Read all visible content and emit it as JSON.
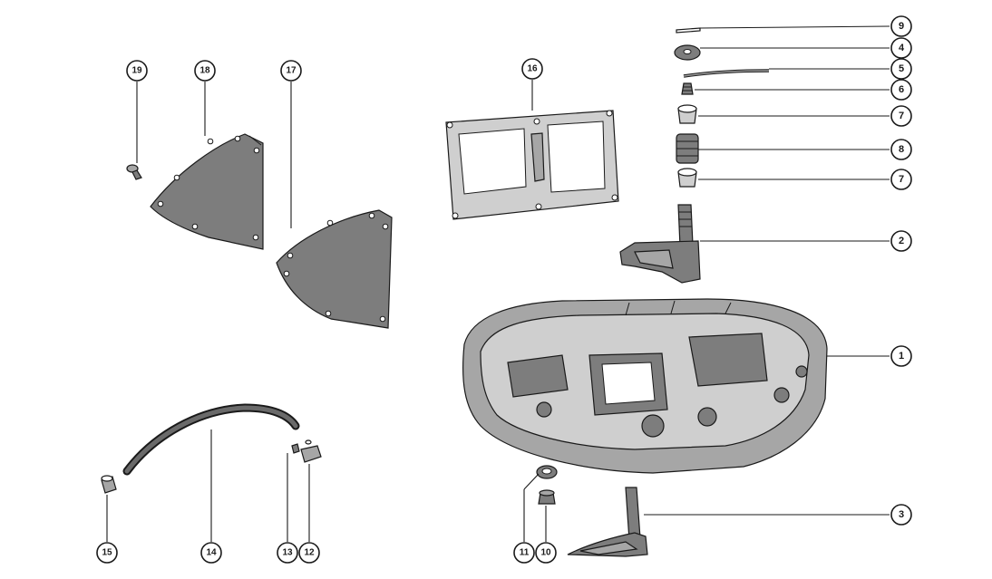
{
  "colors": {
    "ink": "#1a1a1a",
    "paper": "#ffffff",
    "part_dark": "#7d7d7d",
    "part_mid": "#a6a6a6",
    "part_light": "#cfcfcf"
  },
  "callouts": [
    {
      "key": "c1",
      "label": "1"
    },
    {
      "key": "c2",
      "label": "2"
    },
    {
      "key": "c3",
      "label": "3"
    },
    {
      "key": "c4",
      "label": "4"
    },
    {
      "key": "c5",
      "label": "5"
    },
    {
      "key": "c6",
      "label": "6"
    },
    {
      "key": "c7a",
      "label": "7"
    },
    {
      "key": "c7b",
      "label": "7"
    },
    {
      "key": "c8",
      "label": "8"
    },
    {
      "key": "c9",
      "label": "9"
    },
    {
      "key": "c10",
      "label": "10"
    },
    {
      "key": "c11",
      "label": "11"
    },
    {
      "key": "c12",
      "label": "12"
    },
    {
      "key": "c13",
      "label": "13"
    },
    {
      "key": "c14",
      "label": "14"
    },
    {
      "key": "c15",
      "label": "15"
    },
    {
      "key": "c16",
      "label": "16"
    },
    {
      "key": "c17",
      "label": "17"
    },
    {
      "key": "c18",
      "label": "18"
    },
    {
      "key": "c19",
      "label": "19"
    }
  ]
}
